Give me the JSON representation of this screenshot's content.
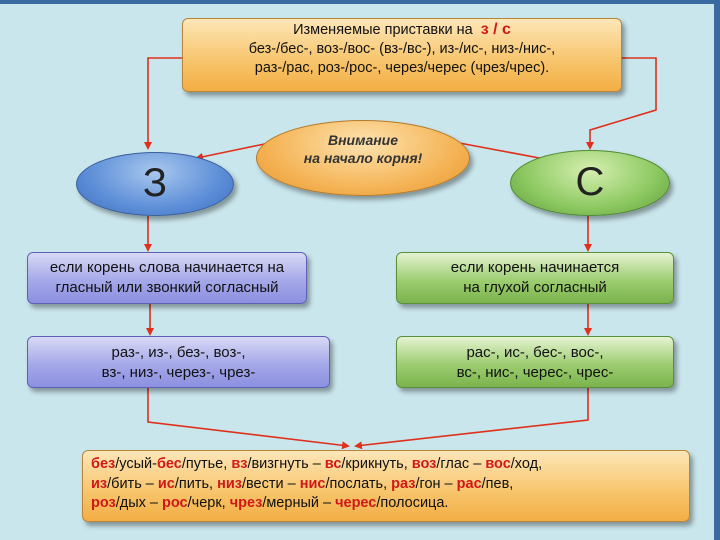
{
  "top": {
    "title_prefix": "Изменяемые приставки на",
    "title_letters": "з / с",
    "line2": "без-/бес-, воз-/вос- (вз-/вс-), из-/ис-, низ-/нис-,",
    "line3": "раз-/рас, роз-/рос-, через/черес (чрез/чрес)."
  },
  "attention": {
    "line1": "Внимание",
    "line2": "на начало корня!"
  },
  "left_ellipse": "З",
  "right_ellipse": "С",
  "left_rule": {
    "line1": "если корень слова начинается на",
    "line2": "гласный или звонкий согласный"
  },
  "right_rule": {
    "line1": "если корень начинается",
    "line2": "на глухой согласный"
  },
  "left_prefixes": {
    "line1": "раз-, из-, без-, воз-,",
    "line2": "вз-, низ-, через-, чрез-"
  },
  "right_prefixes": {
    "line1": "рас-, ис-, бес-, вос-,",
    "line2": "вс-, нис-, черес-, чрес-"
  },
  "examples": [
    [
      {
        "t": "без",
        "b": true
      },
      {
        "t": "/усый-",
        "b": false
      },
      {
        "t": "бес",
        "b": true
      },
      {
        "t": "/путье, ",
        "b": false
      },
      {
        "t": "вз",
        "b": true
      },
      {
        "t": "/визгнуть – ",
        "b": false
      },
      {
        "t": "вс",
        "b": true
      },
      {
        "t": "/крикнуть, ",
        "b": false
      },
      {
        "t": "воз",
        "b": true
      },
      {
        "t": "/глас – ",
        "b": false
      },
      {
        "t": "вос",
        "b": true
      },
      {
        "t": "/ход,",
        "b": false
      }
    ],
    [
      {
        "t": "из",
        "b": true
      },
      {
        "t": "/бить – ",
        "b": false
      },
      {
        "t": "ис",
        "b": true
      },
      {
        "t": "/пить, ",
        "b": false
      },
      {
        "t": "низ",
        "b": true
      },
      {
        "t": "/вести – ",
        "b": false
      },
      {
        "t": "нис",
        "b": true
      },
      {
        "t": "/послать, ",
        "b": false
      },
      {
        "t": "раз",
        "b": true
      },
      {
        "t": "/гон – ",
        "b": false
      },
      {
        "t": "рас",
        "b": true
      },
      {
        "t": "/пев,",
        "b": false
      }
    ],
    [
      {
        "t": "роз",
        "b": true
      },
      {
        "t": "/дых – ",
        "b": false
      },
      {
        "t": "рос",
        "b": true
      },
      {
        "t": "/черк, ",
        "b": false
      },
      {
        "t": "чрез",
        "b": true
      },
      {
        "t": "/мерный – ",
        "b": false
      },
      {
        "t": "черес",
        "b": true
      },
      {
        "t": "/полосица.",
        "b": false
      }
    ]
  ],
  "colors": {
    "background": "#c9e6ec",
    "arrow": "#e0301c",
    "highlight": "#d01818"
  }
}
